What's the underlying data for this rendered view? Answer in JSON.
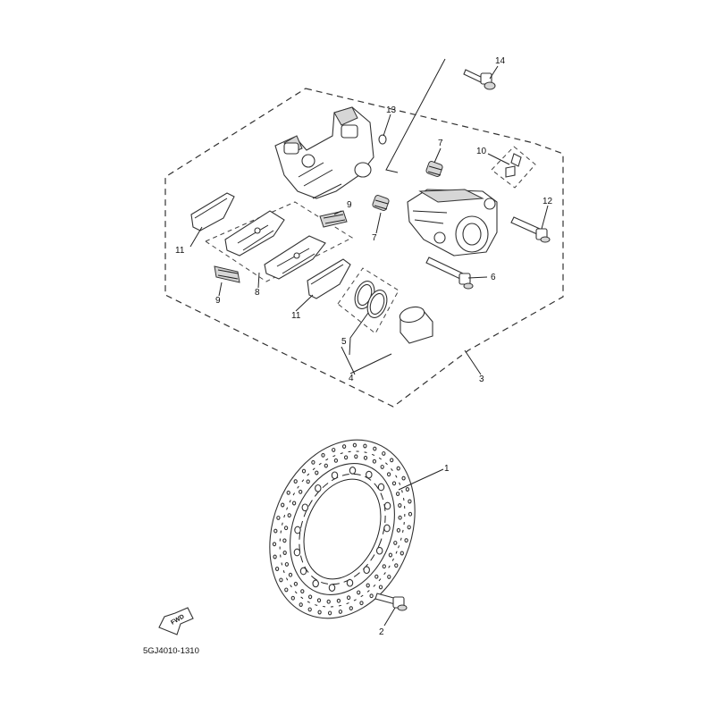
{
  "labels": {
    "rotor": "1",
    "rotor_bolt": "2",
    "caliper_assy": "3",
    "piston_kit": "4",
    "seal_kit": "5",
    "pin_bolt": "6",
    "boot_upper": "7",
    "boot_lower": "7",
    "pad_kit": "8",
    "spring_right": "9",
    "spring_left": "9",
    "bleed_screw": "10",
    "shim_left": "11",
    "shim_right": "11",
    "caliper_bolt": "12",
    "clip": "13",
    "bracket_bolt": "14"
  },
  "fwd_mark": "FWD",
  "drawing_code": "5GJ4010-1310"
}
